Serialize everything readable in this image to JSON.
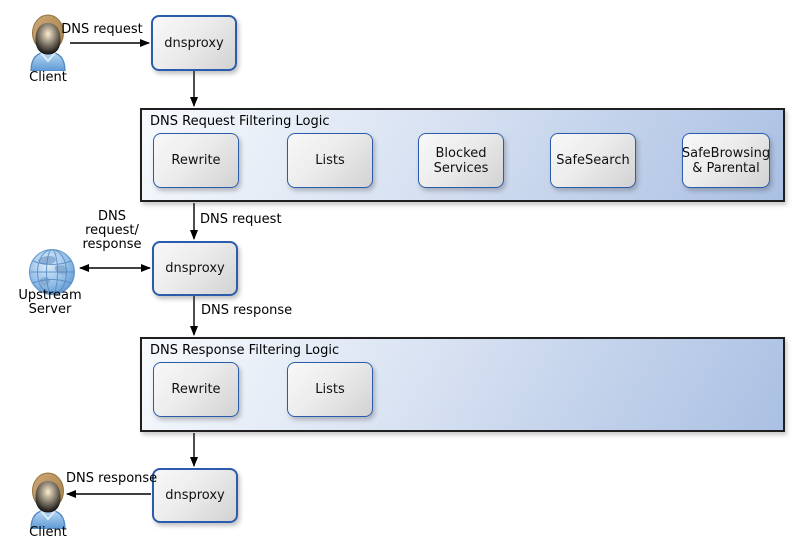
{
  "actors": {
    "client_top": {
      "label": "Client"
    },
    "upstream_server": {
      "label": "Upstream\nServer"
    },
    "client_bottom": {
      "label": "Client"
    }
  },
  "proxies": {
    "top": {
      "label": "dnsproxy"
    },
    "middle": {
      "label": "dnsproxy"
    },
    "bottom": {
      "label": "dnsproxy"
    }
  },
  "request_filtering": {
    "title": "DNS Request Filtering Logic",
    "steps": [
      "Rewrite",
      "Lists",
      "Blocked\nServices",
      "SafeSearch",
      "SafeBrowsing\n& Parental"
    ]
  },
  "response_filtering": {
    "title": "DNS Response Filtering Logic",
    "steps": [
      "Rewrite",
      "Lists"
    ]
  },
  "edge_labels": {
    "client_to_proxy": "DNS request",
    "filter_to_proxy": "DNS request",
    "proxy_upstream": "DNS\nrequest/\nresponse",
    "proxy_to_response_filter": "DNS response",
    "proxy_to_client": "DNS response"
  },
  "icons": {
    "person": "person-icon",
    "globe": "globe-icon",
    "arrowhead": "arrowhead-icon"
  },
  "colors": {
    "node_border": "#2a5cab",
    "node_fill_top": "#f8f8f8",
    "node_fill_bottom": "#d2d2d2",
    "container_fill_light": "#f7fafd",
    "container_fill_dark": "#aac0e3",
    "container_border": "#1f1f1f",
    "arrow": "#000000",
    "globe_blue": "#9cc4ea",
    "shirt_blue": "#5d9ad3",
    "hair_brown": "#b08f5c"
  }
}
